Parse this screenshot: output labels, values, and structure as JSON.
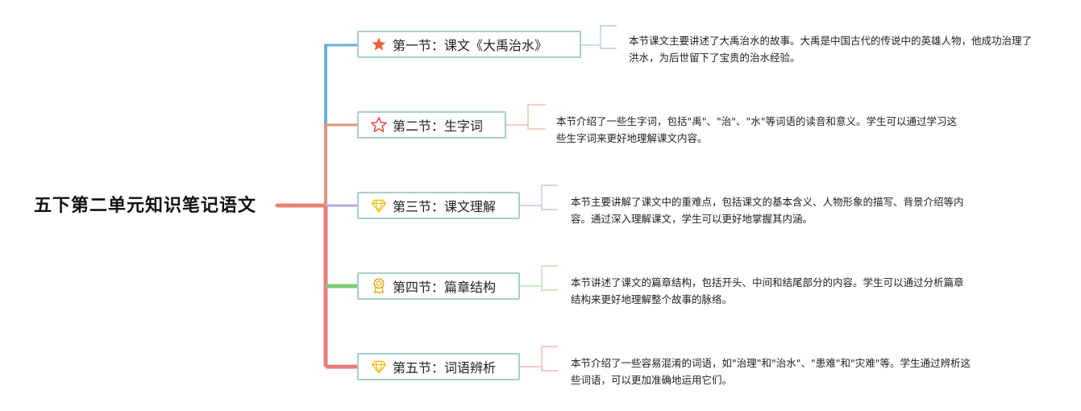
{
  "root": {
    "title": "五下第二单元知识笔记语文"
  },
  "colors": {
    "root_branch": "#e9826f",
    "blue": "#6db0d8",
    "orange": "#e8937a",
    "purple": "#b9a4dc",
    "green": "#7ccd72",
    "red": "#ea7c7a",
    "node_border": "#a9cfc6"
  },
  "sections": [
    {
      "label": "第一节：课文《大禹治水》",
      "icon": "star-filled-icon",
      "desc": "本节课文主要讲述了大禹治水的故事。大禹是中国古代的传说中的英雄人物，他成功治理了洪水，为后世留下了宝贵的治水经验。"
    },
    {
      "label": "第二节：生字词",
      "icon": "star-outline-icon",
      "desc": "本节介绍了一些生字词，包括\"禹\"、\"治\"、\"水\"等词语的读音和意义。学生可以通过学习这些生字词来更好地理解课文内容。"
    },
    {
      "label": "第三节：课文理解",
      "icon": "diamond-icon",
      "desc": "本节主要讲解了课文中的重难点，包括课文的基本含义、人物形象的描写、背景介绍等内容。通过深入理解课文，学生可以更好地掌握其内涵。"
    },
    {
      "label": "第四节：篇章结构",
      "icon": "medal-icon",
      "desc": "本节讲述了课文的篇章结构，包括开头、中间和结尾部分的内容。学生可以通过分析篇章结构来更好地理解整个故事的脉络。"
    },
    {
      "label": "第五节：词语辨析",
      "icon": "diamond-icon",
      "desc": "本节介绍了一些容易混淆的词语，如\"治理\"和\"治水\"、\"患难\"和\"灾难\"等。学生通过辨析这些词语，可以更加准确地运用它们。"
    }
  ]
}
